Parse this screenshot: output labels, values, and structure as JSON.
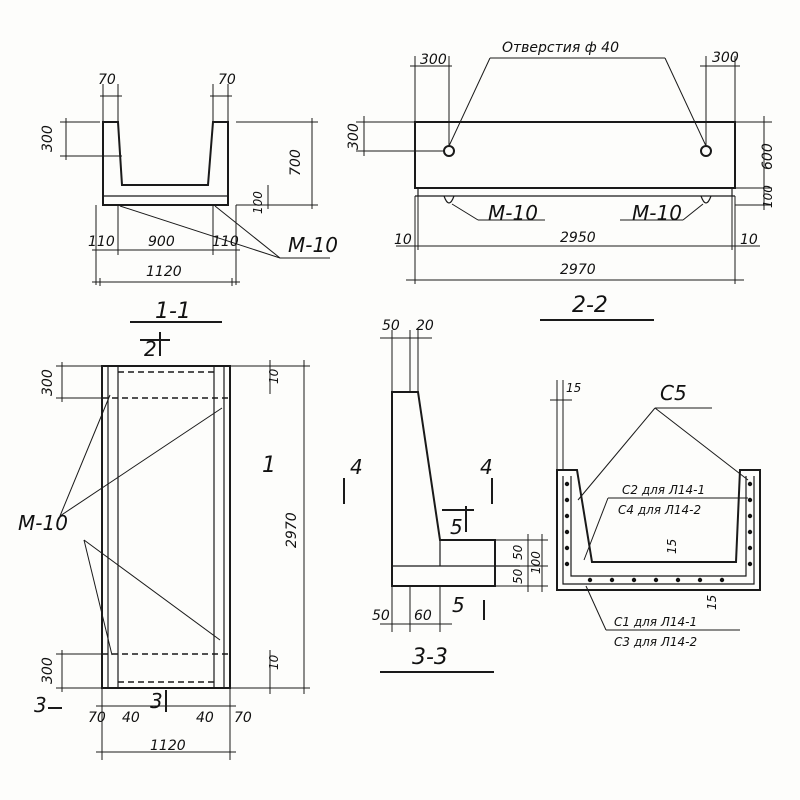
{
  "sec11": {
    "title": "1-1",
    "d_left_top": "70",
    "d_right_top": "70",
    "d_300": "300",
    "d_700": "700",
    "d_100": "100",
    "d_110_left": "110",
    "d_900": "900",
    "d_110_right": "110",
    "d_1120": "1120",
    "m10": "М-10"
  },
  "sec22": {
    "title": "2-2",
    "holes": "Отверстия ф 40",
    "d_300_left": "300",
    "d_300_right": "300",
    "d_300_v": "300",
    "d_600": "600",
    "d_100": "100",
    "m10_left": "М-10",
    "m10_right": "М-10",
    "d_10_left": "10",
    "d_2950": "2950",
    "d_10_right": "10",
    "d_2970": "2970"
  },
  "plan": {
    "title": "1",
    "cut_2": "2",
    "cut_3_left": "3",
    "cut_3_mid": "3",
    "d_300_top": "300",
    "d_10_top": "10",
    "d_2970": "2970",
    "d_300_bot": "300",
    "d_10_bot": "10",
    "m10": "М-10",
    "d_70_left": "70",
    "d_40_left": "40",
    "d_40_right": "40",
    "d_70_right": "70",
    "d_1120": "1120"
  },
  "sec33": {
    "title": "3-3",
    "d_50_top": "50",
    "d_20_top": "20",
    "cut_4_left": "4",
    "cut_4_right": "4",
    "cut_5_upper": "5",
    "cut_5_lower": "5",
    "d_50_a": "50",
    "d_50_b": "50",
    "d_100": "100",
    "d_50_bot": "50",
    "d_60_bot": "60"
  },
  "rebar": {
    "c5": "С5",
    "d_15_top": "15",
    "c2": "С2 для Л14-1",
    "c4": "С4 для Л14-2",
    "d_15_mid": "15",
    "d_15_right": "15",
    "c1": "С1 для Л14-1",
    "c3": "С3 для Л14-2"
  }
}
